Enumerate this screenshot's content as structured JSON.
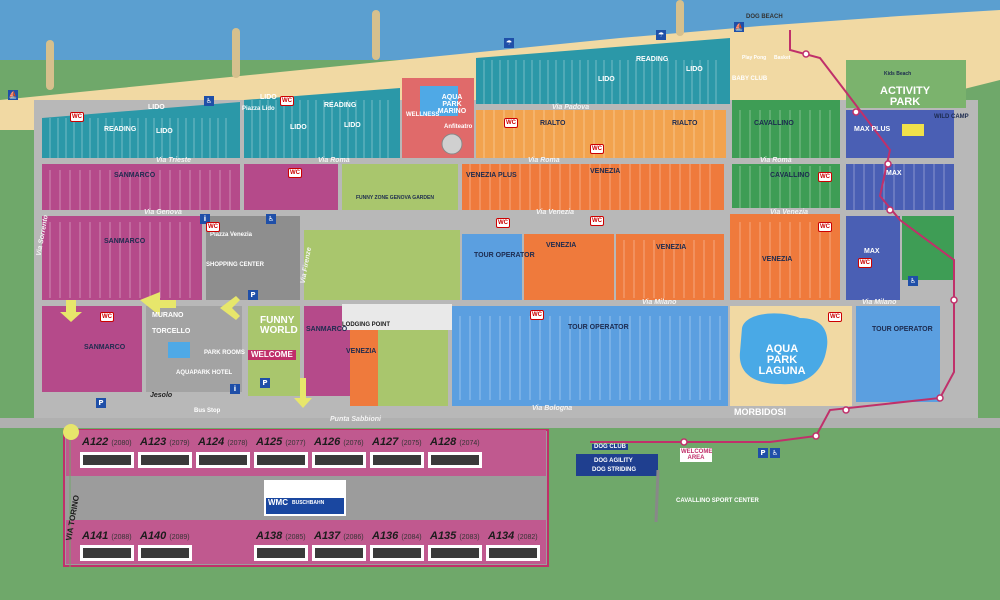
{
  "map": {
    "colors": {
      "sea": "#5b9fd0",
      "beach": "#f1d9a3",
      "grass": "#6fa86a",
      "teal": "#2b98a8",
      "magenta": "#b54a8a",
      "orange": "#ef7a3c",
      "light_orange": "#f2a34e",
      "green": "#3e9d55",
      "light_green": "#a9c66d",
      "blue": "#5b9fe0",
      "navy": "#4a5fb4",
      "road": "#c9c9c9",
      "route": "#c0306a"
    },
    "zones": {
      "reading": "READING",
      "lido": "LIDO",
      "rialto": "RIALTO",
      "cavallino": "CAVALLINO",
      "sanmarco": "SANMARCO",
      "venezia": "VENEZIA",
      "venezia_plus": "VENEZIA PLUS",
      "tour_operator": "TOUR OPERATOR",
      "max": "MAX",
      "max_plus": "MAX PLUS",
      "murano": "MURANO",
      "torcello": "TORCELLO",
      "murano_torcello": "MURANO"
    },
    "streets": {
      "via_trieste": "Via Trieste",
      "via_roma": "Via Roma",
      "via_genova": "Via Genova",
      "via_venezia": "Via Venezia",
      "via_milano": "Via Milano",
      "via_bologna": "Via Bologna",
      "via_padova": "Via Padova",
      "via_firenze": "Via Firenze",
      "via_torino": "VIA TORINO",
      "via_sorrento": "Via Sorrento",
      "punta_sabbioni": "Punta Sabbioni",
      "jesolo": "Jesolo"
    },
    "places": {
      "aqua_park_marino": "AQUA PARK MARINO",
      "aqua_park_laguna": "AQUA PARK LAGUNA",
      "activity_park": "ACTIVITY PARK",
      "funny_world": "FUNNY WORLD",
      "welcome": "WELCOME",
      "welcome_area": "WELCOME AREA",
      "shopping_center": "SHOPPING CENTER",
      "piazza_venezia": "Piazza Venezia",
      "piazza_lido": "Piazza Lido",
      "morbidosi": "MORBIDOSI",
      "dog_agility": "DOG AGILITY",
      "dog_striding": "DOG STRIDING",
      "dog_club": "DOG CLUB",
      "cavallino_sport_center": "CAVALLINO SPORT CENTER",
      "lodging_point": "LODGING POINT",
      "funny_zone_genova": "FUNNY ZONE GENOVA GARDEN",
      "park_rooms": "PARK ROOMS",
      "aquapark_hotel": "AQUAPARK HOTEL",
      "bus_stop": "Bus Stop",
      "play_pong": "Play Pong",
      "basket": "Basket",
      "baby_club": "BABY CLUB",
      "wild_camp": "WILD CAMP",
      "kids_beach": "Kids Beach",
      "dog_beach": "DOG BEACH",
      "anfiteatro": "Anfiteatro",
      "wellness": "WELLNESS",
      "wmc_logo": "WMC",
      "wmc_sub": "BUSCHBAHN"
    },
    "parking_top": [
      {
        "id": "A122",
        "num": "(2080)"
      },
      {
        "id": "A123",
        "num": "(2079)"
      },
      {
        "id": "A124",
        "num": "(2078)"
      },
      {
        "id": "A125",
        "num": "(2077)"
      },
      {
        "id": "A126",
        "num": "(2076)"
      },
      {
        "id": "A127",
        "num": "(2075)"
      },
      {
        "id": "A128",
        "num": "(2074)"
      }
    ],
    "parking_bottom": [
      {
        "id": "A141",
        "num": "(2088)"
      },
      {
        "id": "A140",
        "num": "(2089)"
      },
      {
        "id": "A138",
        "num": "(2085)"
      },
      {
        "id": "A137",
        "num": "(2086)"
      },
      {
        "id": "A136",
        "num": "(2084)"
      },
      {
        "id": "A135",
        "num": "(2083)"
      },
      {
        "id": "A134",
        "num": "(2082)"
      }
    ]
  }
}
